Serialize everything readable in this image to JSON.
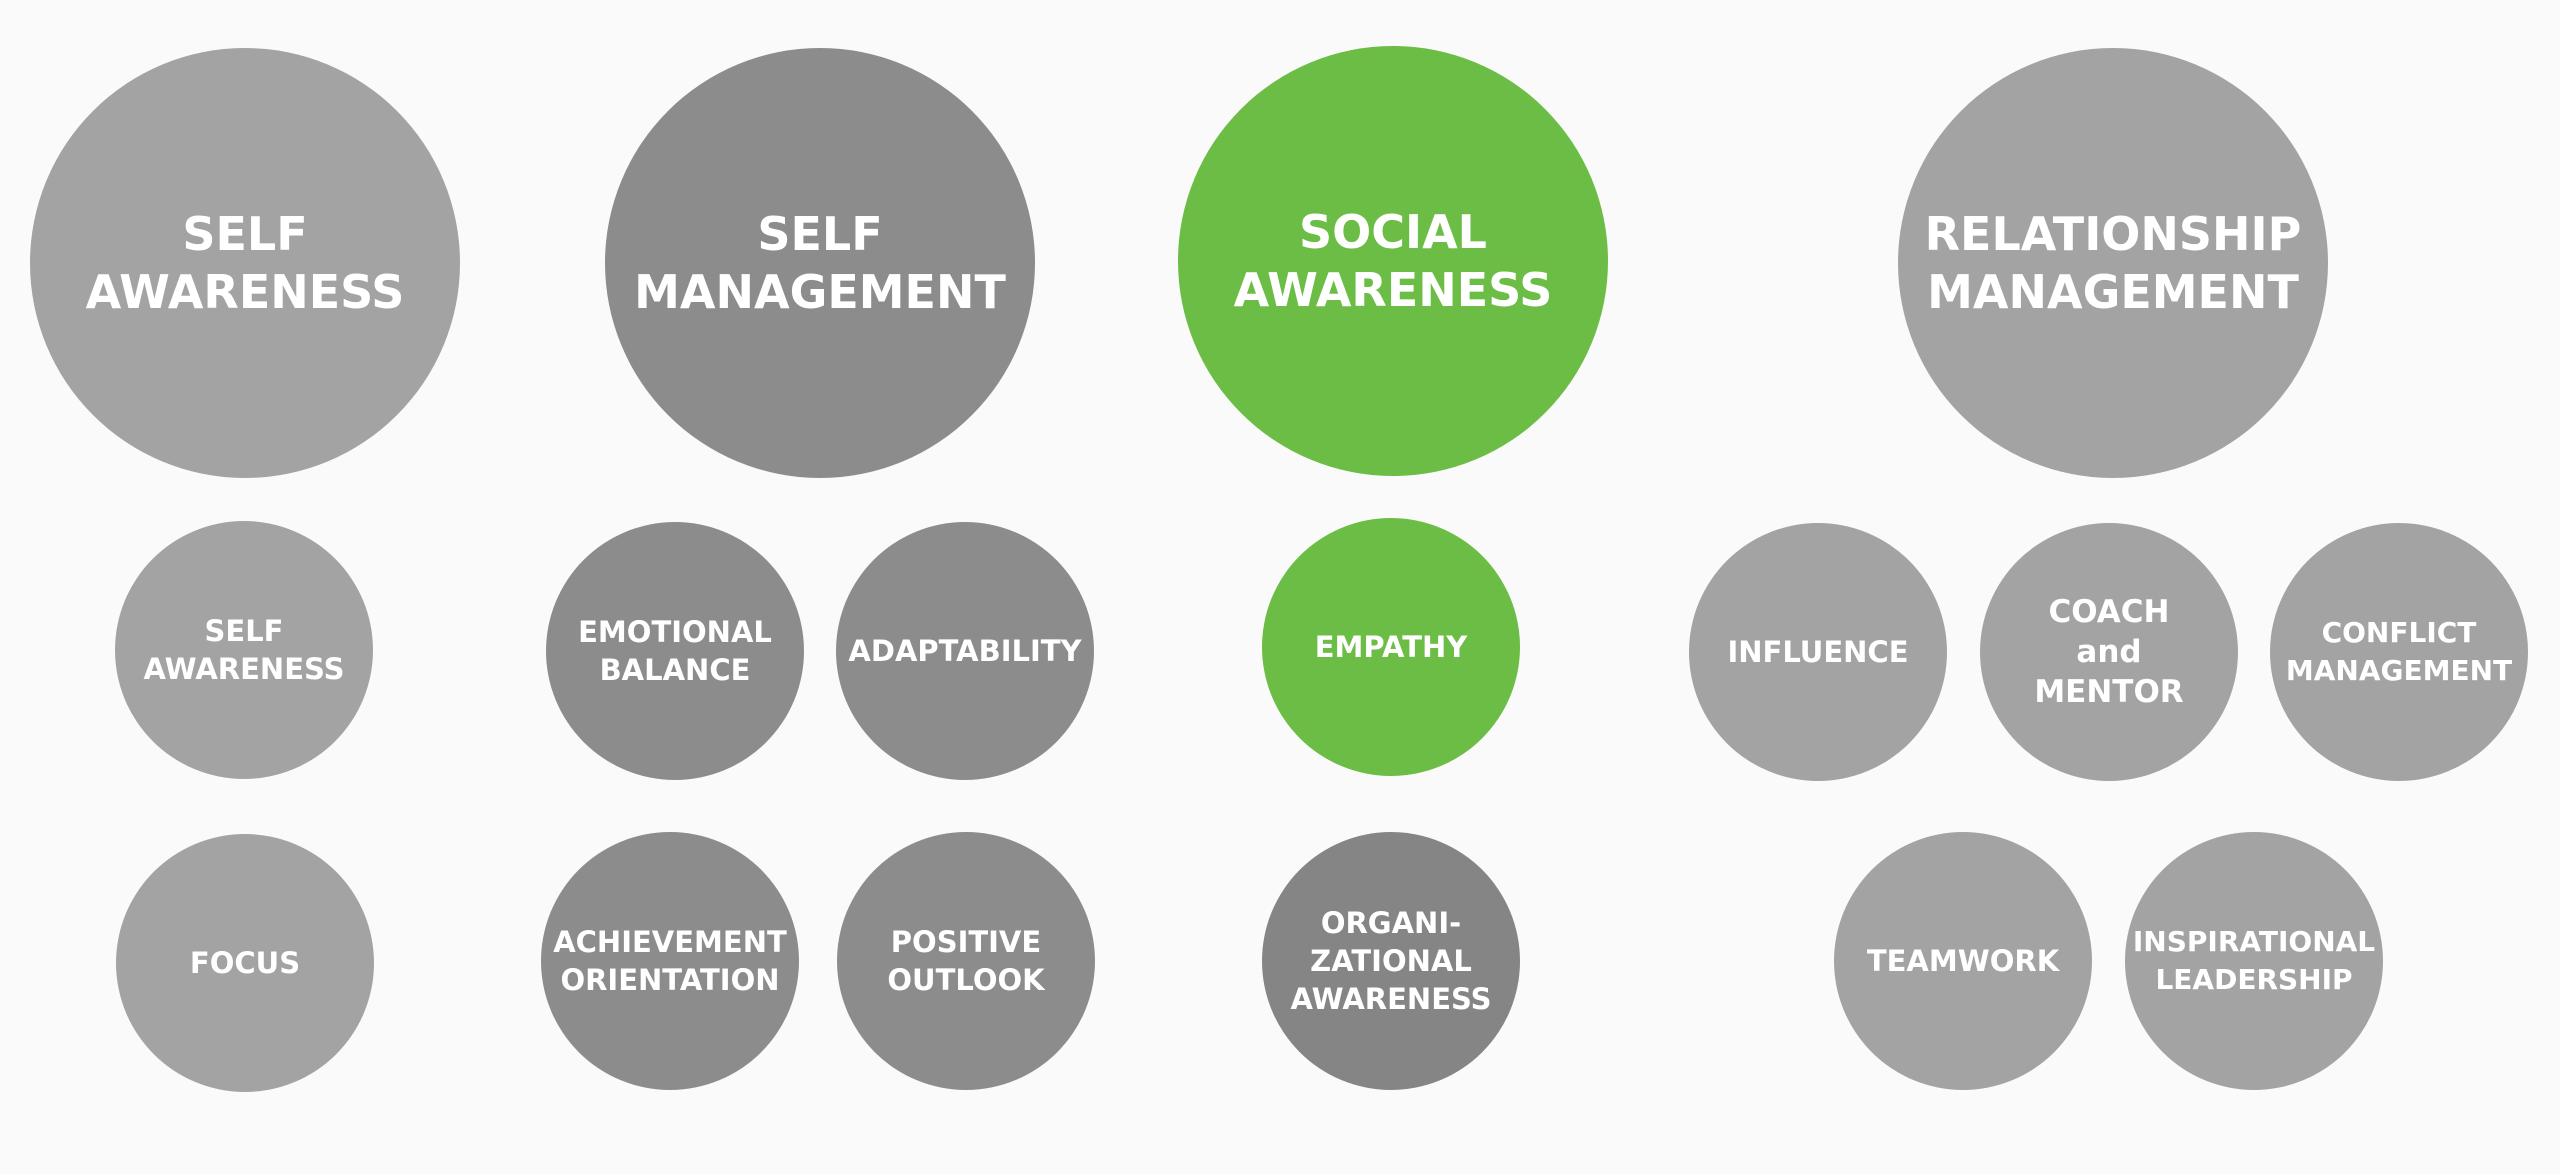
{
  "domains": [
    {
      "label": "SELF\nAWARENESS",
      "color": "#a3a3a3"
    },
    {
      "label": "SELF\nMANAGEMENT",
      "color": "#8c8c8c"
    },
    {
      "label": "SOCIAL\nAWARENESS",
      "color": "#6cbd45"
    },
    {
      "label": "RELATIONSHIP\nMANAGEMENT",
      "color": "#a3a3a3"
    }
  ],
  "competencies": {
    "self_awareness": [
      {
        "label": "SELF\nAWARENESS"
      },
      {
        "label": "FOCUS"
      }
    ],
    "self_management": [
      {
        "label": "EMOTIONAL\nBALANCE"
      },
      {
        "label": "ADAPTABILITY"
      },
      {
        "label": "ACHIEVEMENT\nORIENTATION"
      },
      {
        "label": "POSITIVE\nOUTLOOK"
      }
    ],
    "social_awareness": [
      {
        "label": "EMPATHY",
        "color": "#6cbd45"
      },
      {
        "label": "ORGANI-\nZATIONAL\nAWARENESS"
      }
    ],
    "relationship_management": [
      {
        "label": "INFLUENCE"
      },
      {
        "label": "COACH\nand\nMENTOR"
      },
      {
        "label": "CONFLICT\nMANAGEMENT"
      },
      {
        "label": "TEAMWORK"
      },
      {
        "label": "INSPIRATIONAL\nLEADERSHIP"
      }
    ]
  }
}
